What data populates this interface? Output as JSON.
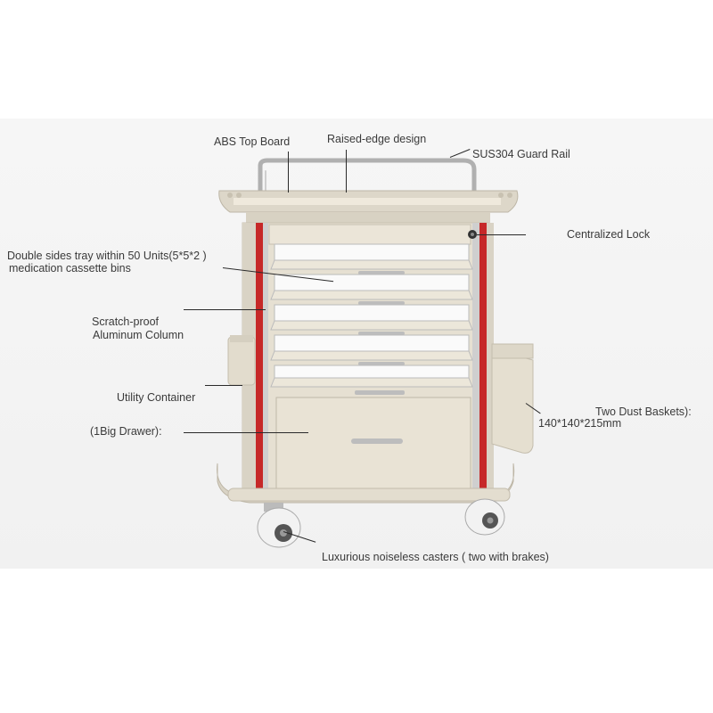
{
  "callouts": {
    "abs_top_board": "ABS Top Board",
    "raised_edge": "Raised-edge design",
    "guard_rail": "SUS304 Guard Rail",
    "centralized_lock": "Centralized Lock",
    "double_tray_line1": "Double sides tray within 50 Units(5*5*2 )",
    "double_tray_line2": "medication cassette bins",
    "scratch_line1": "Scratch-proof",
    "scratch_line2": "Aluminum Column",
    "utility_container": "Utility Container",
    "dust_baskets_line1": "Two Dust Baskets):",
    "dust_baskets_line2": "140*140*215mm",
    "big_drawer": "(1Big Drawer):",
    "casters": "Luxurious noiseless casters ( two with brakes)"
  },
  "colors": {
    "cart_body": "#e8e2d4",
    "drawer_face": "#ece7da",
    "column_red": "#c62828",
    "rail_steel": "#b8b8b8",
    "tray_white": "#fafafa"
  }
}
